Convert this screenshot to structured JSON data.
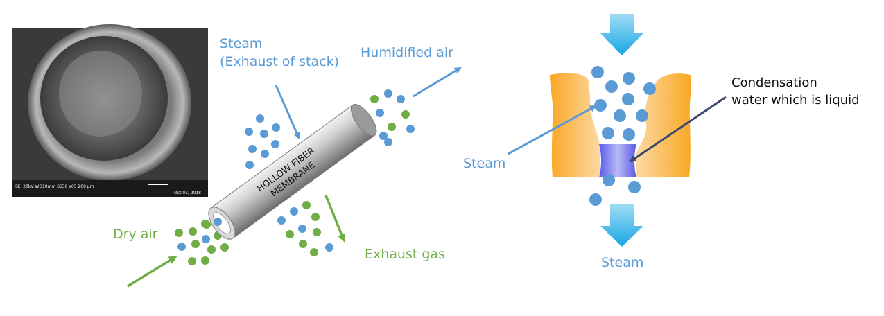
{
  "sem": {
    "footer": "SEI  20kV  WD10mm  SS30        x65        200 µm",
    "date": "Oct 03, 2018"
  },
  "left": {
    "steam_line1": "Steam",
    "steam_line2": "(Exhaust of stack)",
    "humidified": "Humidified air",
    "dry": "Dry air",
    "exhaust": "Exhaust gas",
    "tube_line1": "HOLLOW FIBER",
    "tube_line2": "MEMBRANE"
  },
  "right": {
    "condensation_line1": "Condensation",
    "condensation_line2": "water which is liquid",
    "steam_left": "Steam",
    "steam_bottom": "Steam"
  },
  "colors": {
    "blue": "#5b9bd5",
    "green": "#70ad47",
    "orange": "#f7a930",
    "arrow_blue": "#1eaee8",
    "liquid": "#6f6ff0"
  }
}
